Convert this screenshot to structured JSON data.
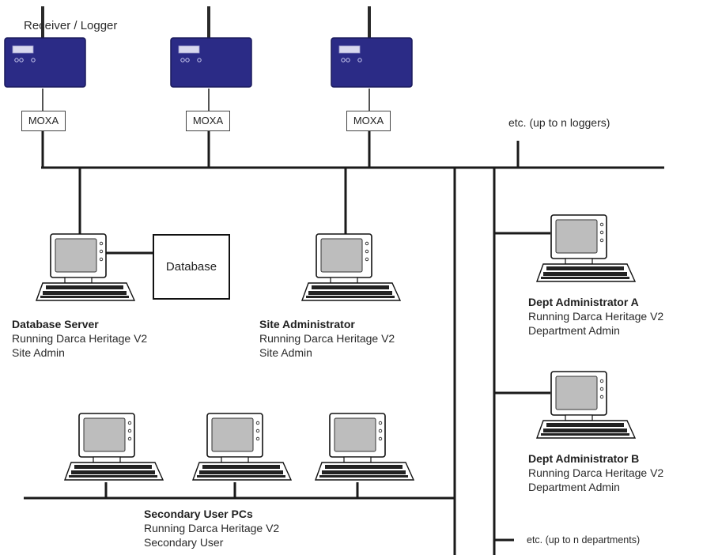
{
  "loggers": {
    "label": "Receiver / Logger",
    "units": [
      "MOXA",
      "MOXA",
      "MOXA"
    ],
    "more_note": "etc. (up to n loggers)"
  },
  "database": {
    "label": "Database"
  },
  "nodes": {
    "database_server": {
      "title": "Database Server",
      "line1": "Running Darca Heritage V2",
      "line2": "Site Admin"
    },
    "site_administrator": {
      "title": "Site Administrator",
      "line1": "Running Darca Heritage V2",
      "line2": "Site Admin"
    },
    "dept_admin_a": {
      "title": "Dept Administrator A",
      "line1": "Running Darca Heritage V2",
      "line2": "Department Admin"
    },
    "dept_admin_b": {
      "title": "Dept Administrator B",
      "line1": "Running Darca Heritage V2",
      "line2": "Department Admin"
    },
    "secondary_users": {
      "title": "Secondary User PCs",
      "line1": "Running Darca Heritage V2",
      "line2": "Secondary User"
    }
  },
  "departments_more_note": "etc. (up to n departments)",
  "colors": {
    "logger_fill": "#2b2b86",
    "logger_edge": "#1a1a5c",
    "screen": "#bdbdbd",
    "line": "#1a1a1a"
  }
}
